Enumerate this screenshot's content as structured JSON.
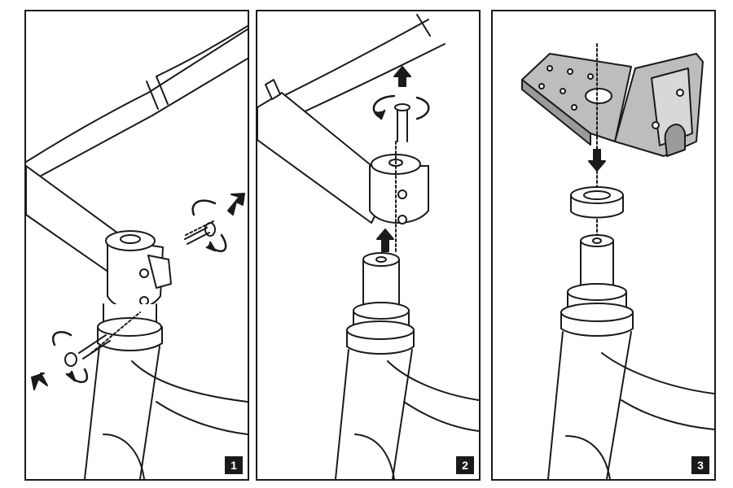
{
  "panels": [
    {
      "step": "1"
    },
    {
      "step": "2"
    },
    {
      "step": "3"
    }
  ],
  "colors": {
    "line": "#1a1a1a",
    "part_fill": "#ffffff",
    "mount_fill": "#bdbdbd",
    "badge_bg": "#1a1a1a",
    "badge_text": "#ffffff"
  }
}
